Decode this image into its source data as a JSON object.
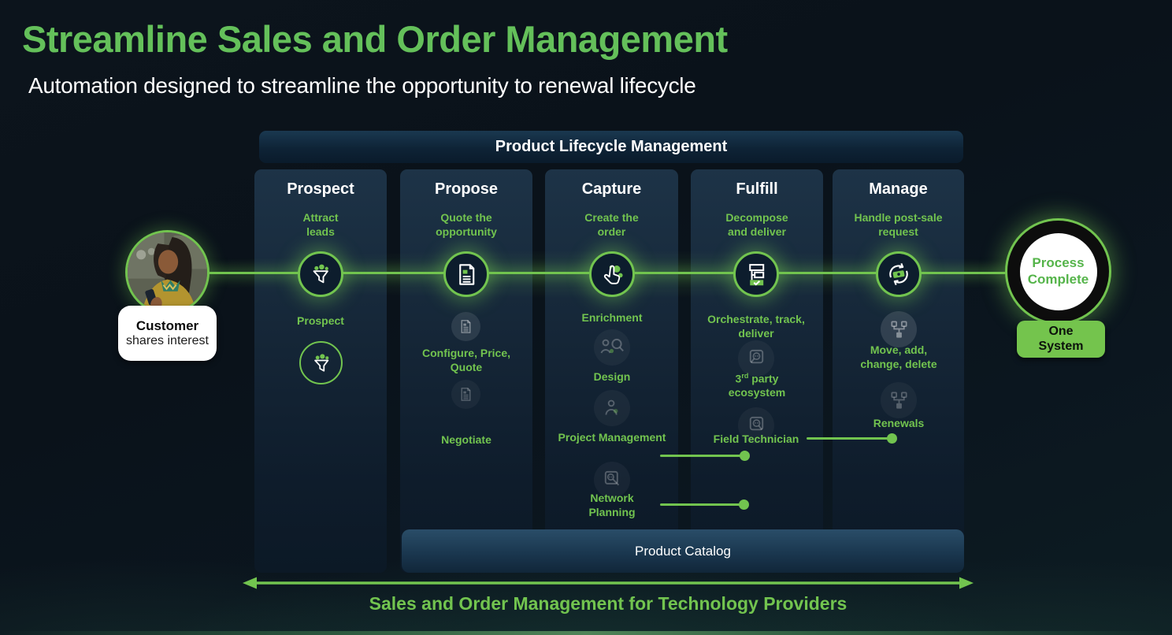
{
  "colors": {
    "accent_green": "#72C44F",
    "title_green": "#64C05A",
    "background": "#0B131B",
    "column_bg": "#152637",
    "white": "#FFFFFF",
    "one_system_bg": "#74C44D"
  },
  "header": {
    "title": "Streamline Sales and Order Management",
    "subtitle": "Automation designed to streamline the opportunity to renewal lifecycle"
  },
  "banner": {
    "label": "Product Lifecycle Management"
  },
  "customer": {
    "icon": "customer-photo",
    "label_line1": "Customer",
    "label_line2": "shares interest"
  },
  "process_complete": {
    "label": "Process Complete",
    "badge": "One System"
  },
  "columns": [
    {
      "name": "Prospect",
      "subtitle": "Attract leads",
      "icon": "funnel-leads-icon",
      "steps": [
        {
          "label": "Prospect",
          "icon": "funnel-leads-icon"
        }
      ]
    },
    {
      "name": "Propose",
      "subtitle": "Quote the opportunity",
      "icon": "quote-document-icon",
      "steps": [
        {
          "label": "Configure, Price, Quote",
          "icon": "document-icon"
        },
        {
          "label": "Negotiate",
          "icon": "document-icon"
        }
      ]
    },
    {
      "name": "Capture",
      "subtitle": "Create the order",
      "icon": "create-order-click-icon",
      "steps": [
        {
          "label": "Enrichment",
          "icon": "people-search-icon"
        },
        {
          "label": "Design",
          "icon": "person-badge-icon"
        },
        {
          "label": "Project Management",
          "icon": "search-dots-icon",
          "connector": true
        },
        {
          "label": "Network Planning",
          "connector": true
        }
      ]
    },
    {
      "name": "Fulfill",
      "subtitle": "Decompose and deliver",
      "icon": "workflow-check-icon",
      "steps": [
        {
          "label": "Orchestrate, track, deliver",
          "icon": "search-face-icon"
        },
        {
          "pre": "3",
          "sup": "rd",
          "rest": " party ecosystem",
          "label": "3rd party ecosystem",
          "icon": "search-face-icon"
        },
        {
          "label": "Field Technician",
          "connector": true
        }
      ]
    },
    {
      "name": "Manage",
      "subtitle": "Handle post-sale request",
      "icon": "renewal-cycle-icon",
      "steps": [
        {
          "label": "Move, add, change, delete",
          "icon": "sitemap-icon"
        },
        {
          "label": "Renewals",
          "icon": "sitemap-icon"
        }
      ]
    }
  ],
  "product_catalog": {
    "label": "Product Catalog"
  },
  "footer": {
    "caption": "Sales and Order Management for Technology Providers"
  }
}
